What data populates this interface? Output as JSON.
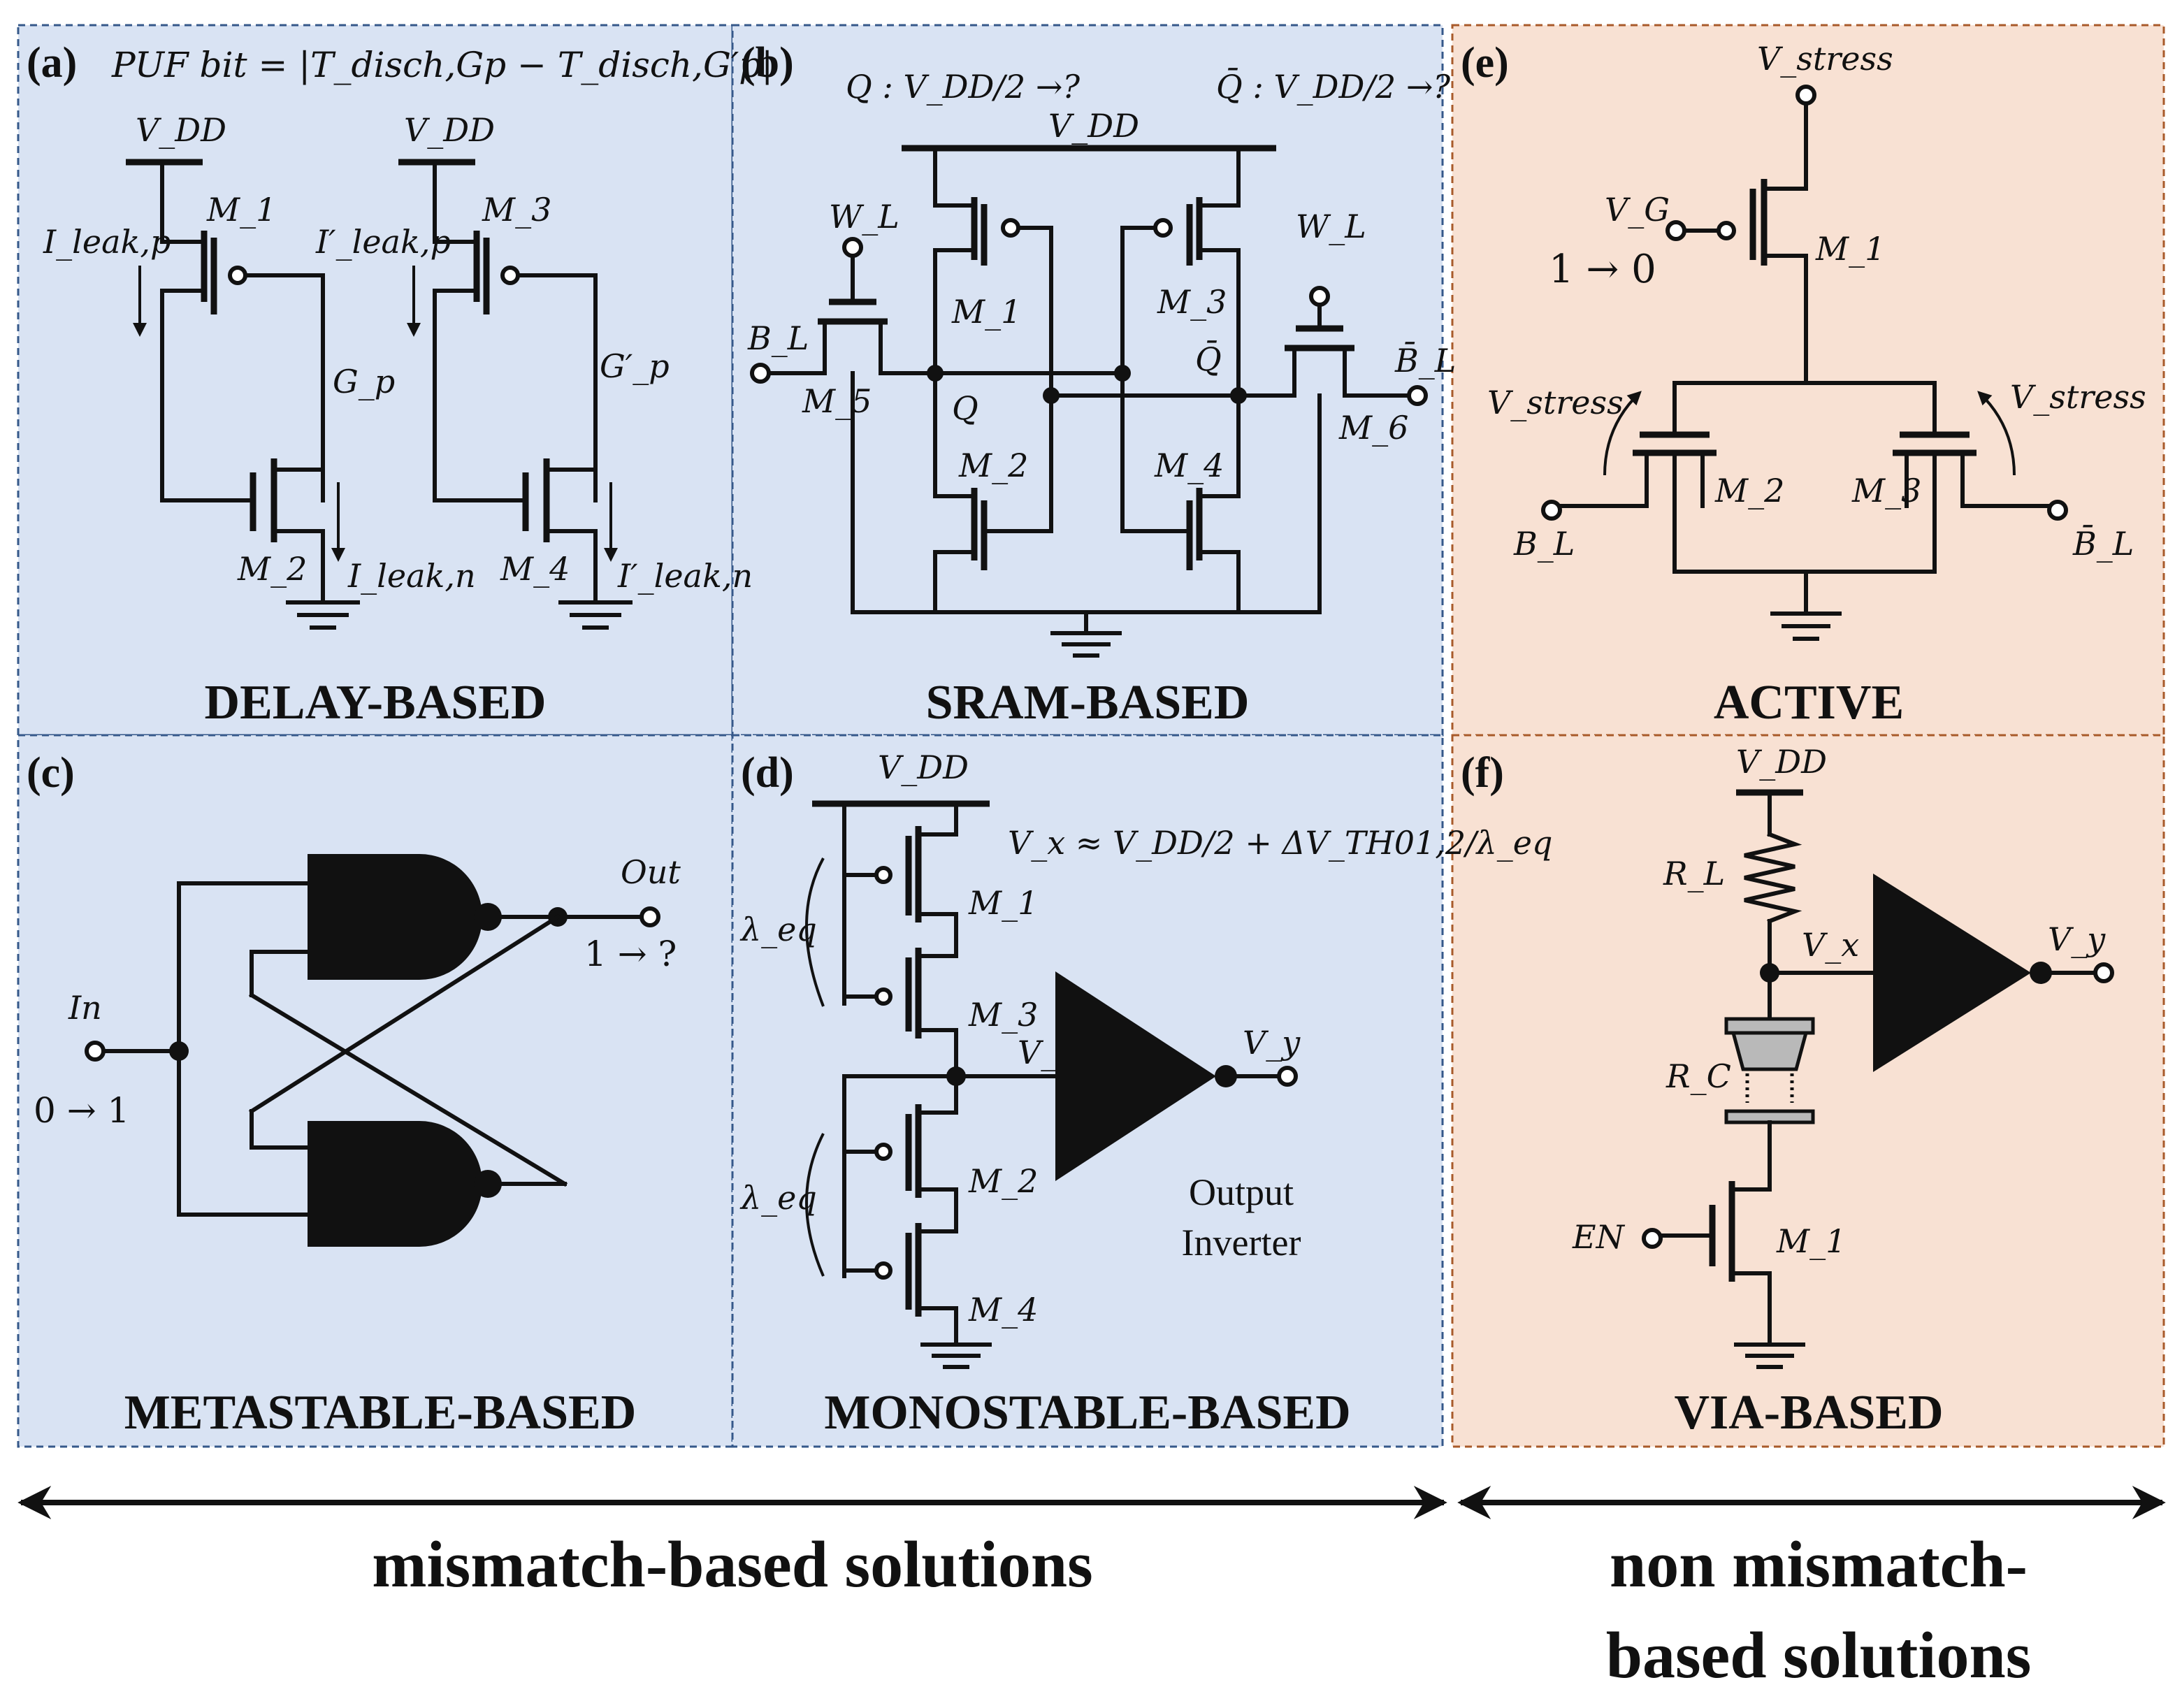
{
  "colors": {
    "blue_panel": "#d9e3f3",
    "blue_border": "#35588a",
    "orange_panel": "#f8e1d3",
    "orange_border": "#a85a2a",
    "ink": "#111111",
    "via_gray": "#b9b9b9"
  },
  "panels": {
    "a": {
      "label": "(a)",
      "formula": "PUF bit = |T_disch,Gp − T_disch,G′p|",
      "vdd_left": "V_DD",
      "vdd_right": "V_DD",
      "m1": "M_1",
      "m2": "M_2",
      "m3": "M_3",
      "m4": "M_4",
      "ileak_p": "I_leak,p",
      "ileak_p_prime": "I′_leak,p",
      "ileak_n": "I_leak,n",
      "ileak_n_prime": "I′_leak,n",
      "gp": "G_p",
      "gp_prime": "G′_p",
      "title": "DELAY-BASED"
    },
    "b": {
      "label": "(b)",
      "q_expr": "Q : V_DD/2 →?",
      "qbar_expr": "Q̄ : V_DD/2 →?",
      "vdd": "V_DD",
      "wl_left": "W_L",
      "wl_right": "W_L",
      "bl": "B_L",
      "blbar": "B̄_L",
      "m1": "M_1",
      "m2": "M_2",
      "m3": "M_3",
      "m4": "M_4",
      "m5": "M_5",
      "m6": "M_6",
      "q": "Q",
      "qbar": "Q̄",
      "title": "SRAM-BASED"
    },
    "c": {
      "label": "(c)",
      "in": "In",
      "in_transition": "0 → 1",
      "out": "Out",
      "out_transition": "1 → ?",
      "title": "METASTABLE-BASED"
    },
    "d": {
      "label": "(d)",
      "vdd": "V_DD",
      "formula": "V_x ≈ V_DD/2 + ΔV_TH01,2/λ_eq",
      "lambda_top": "λ_eq",
      "lambda_bottom": "λ_eq",
      "m1": "M_1",
      "m2": "M_2",
      "m3": "M_3",
      "m4": "M_4",
      "vx": "V_x",
      "vy": "V_y",
      "inverter_line1": "Output",
      "inverter_line2": "Inverter",
      "title": "MONOSTABLE-BASED"
    },
    "e": {
      "label": "(e)",
      "vstress_top": "V_stress",
      "vg": "V_G",
      "vg_transition": "1 → 0",
      "m1": "M_1",
      "m2": "M_2",
      "m3": "M_3",
      "vstress_left": "V_stress",
      "vstress_right": "V_stress",
      "bl": "B_L",
      "blbar": "B̄_L",
      "title": "ACTIVE"
    },
    "f": {
      "label": "(f)",
      "vdd": "V_DD",
      "rl": "R_L",
      "rc": "R_C",
      "vx": "V_x",
      "vy": "V_y",
      "en": "EN",
      "m1": "M_1",
      "title": "VIA-BASED"
    }
  },
  "bottom": {
    "mismatch": "mismatch-based solutions",
    "non_mismatch_line1": "non mismatch-",
    "non_mismatch_line2": "based solutions"
  }
}
